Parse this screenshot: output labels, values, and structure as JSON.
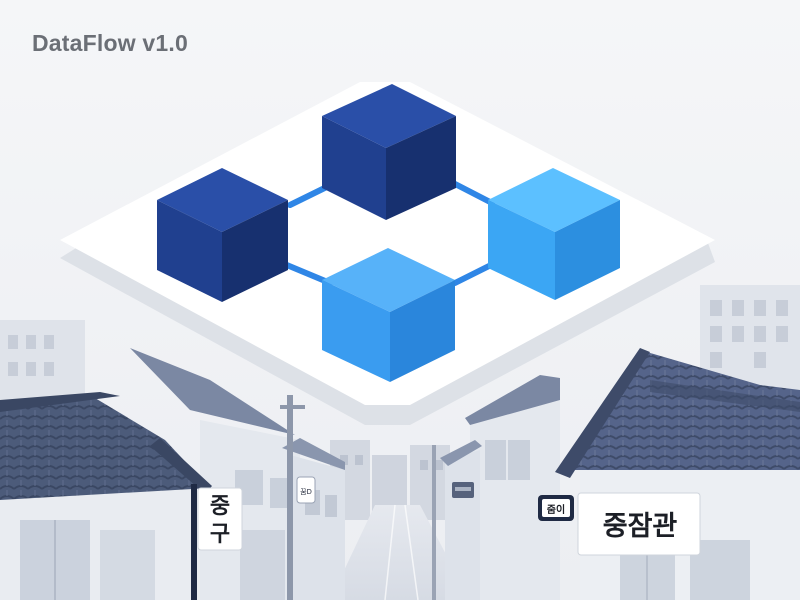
{
  "app": {
    "title": "DataFlow v1.0"
  },
  "signs": {
    "left_vertical": [
      "중",
      "구"
    ],
    "left_small": "꿈D",
    "right_small": "줌이",
    "right_large": "중잠관"
  },
  "colors": {
    "background": "#f3f4f6",
    "title_text": "#6b6f76",
    "cube_dark": "#1e3f8f",
    "cube_light": "#3aa0f0",
    "connector": "#2f86e6",
    "roof": "#4a5978",
    "platform": "#ffffff"
  },
  "icons": {
    "network": "cube-network-icon"
  }
}
